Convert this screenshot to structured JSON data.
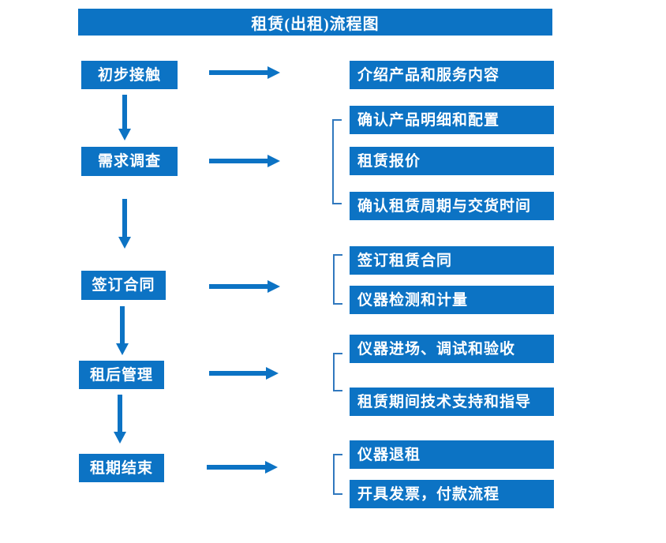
{
  "title": "租赁(出租)流程图",
  "colors": {
    "primary": "#0C73C4",
    "bracket": "#3078BE",
    "text_on_primary": "#FFFFFF",
    "background": "#FFFFFF"
  },
  "flow": {
    "stages": [
      {
        "label": "初步接触",
        "details": [
          "介绍产品和服务内容"
        ]
      },
      {
        "label": "需求调查",
        "details": [
          "确认产品明细和配置",
          "租赁报价",
          "确认租赁周期与交货时间"
        ]
      },
      {
        "label": "签订合同",
        "details": [
          "签订租赁合同",
          "仪器检测和计量"
        ]
      },
      {
        "label": "租后管理",
        "details": [
          "仪器进场、调试和验收",
          "租赁期间技术支持和指导"
        ]
      },
      {
        "label": "租期结束",
        "details": [
          "仪器退租",
          "开具发票，付款流程"
        ]
      }
    ]
  }
}
